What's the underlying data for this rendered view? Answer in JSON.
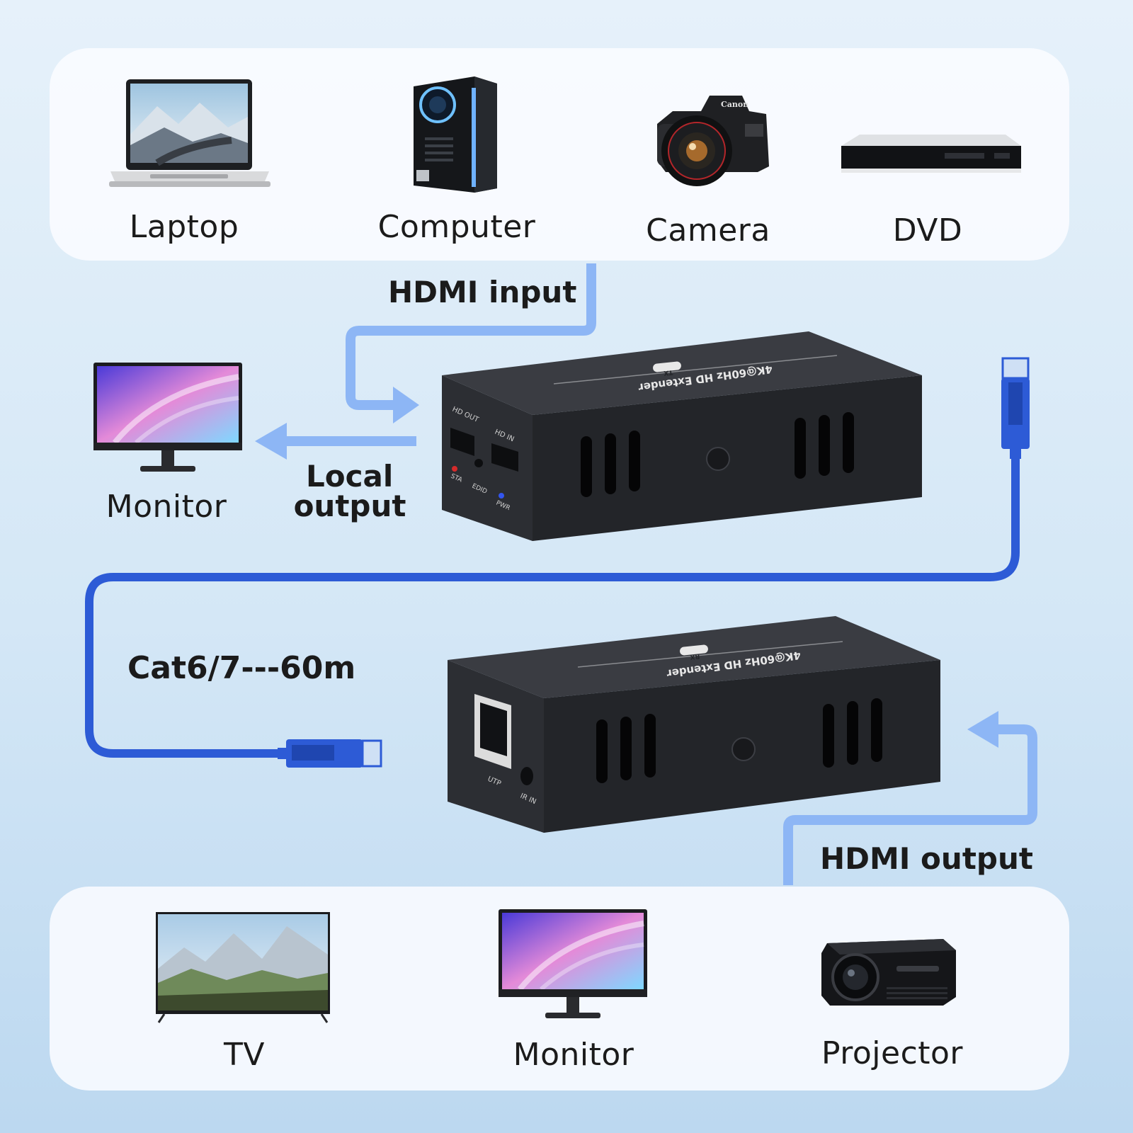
{
  "sources": {
    "laptop": "Laptop",
    "computer": "Computer",
    "camera": "Camera",
    "dvd": "DVD",
    "camera_brand": "Canon"
  },
  "labels": {
    "hdmi_input": "HDMI input",
    "local_output_line1": "Local",
    "local_output_line2": "output",
    "cable": "Cat6/7---60m",
    "hdmi_output": "HDMI output",
    "monitor_local": "Monitor"
  },
  "transmitter": {
    "top_text": "4K@60Hz HD Extender",
    "badge": "TX",
    "port_out": "HD OUT",
    "port_in": "HD IN",
    "led_sta": "STA",
    "edid": "EDID",
    "led_pwr": "PWR"
  },
  "receiver": {
    "top_text": "4K@60Hz HD Extender",
    "badge": "RX",
    "port_utp": "UTP",
    "port_ir": "IR IN"
  },
  "outputs": {
    "tv": "TV",
    "monitor": "Monitor",
    "projector": "Projector"
  },
  "colors": {
    "arrow": "#8db6f5",
    "cable": "#2d5bd6",
    "device_body": "#2a2c31"
  }
}
